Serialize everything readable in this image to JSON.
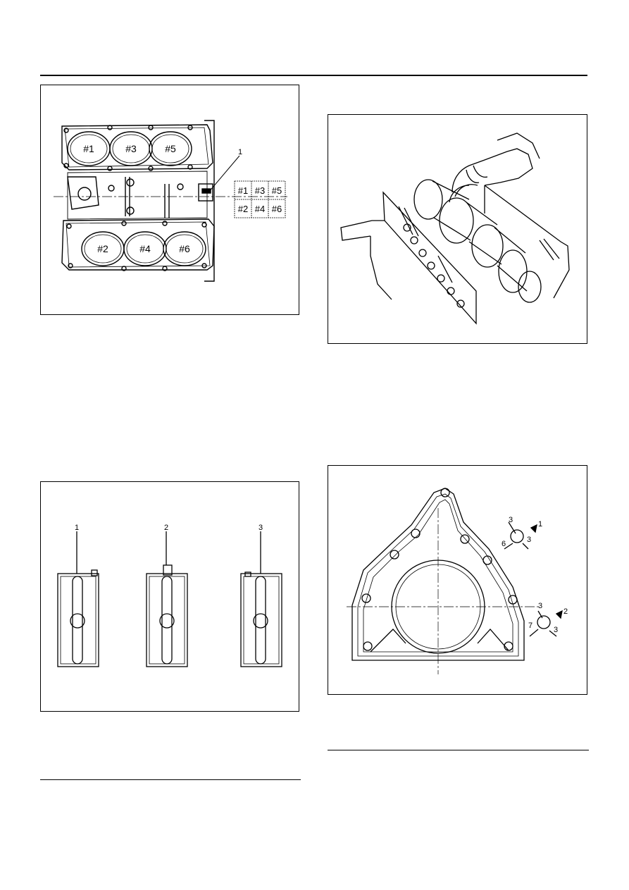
{
  "figure1": {
    "callout": "1",
    "cylinders": [
      "#1",
      "#3",
      "#5",
      "#2",
      "#4",
      "#6"
    ],
    "grid": [
      [
        "#1",
        "#3",
        "#5"
      ],
      [
        "#2",
        "#4",
        "#6"
      ]
    ]
  },
  "figure3": {
    "labels": [
      "1",
      "2",
      "3"
    ]
  },
  "figure4": {
    "callout_1": "1",
    "callout_2": "2",
    "dims_1": [
      "3",
      "6",
      "3"
    ],
    "dims_2": [
      "3",
      "7",
      "3"
    ]
  }
}
